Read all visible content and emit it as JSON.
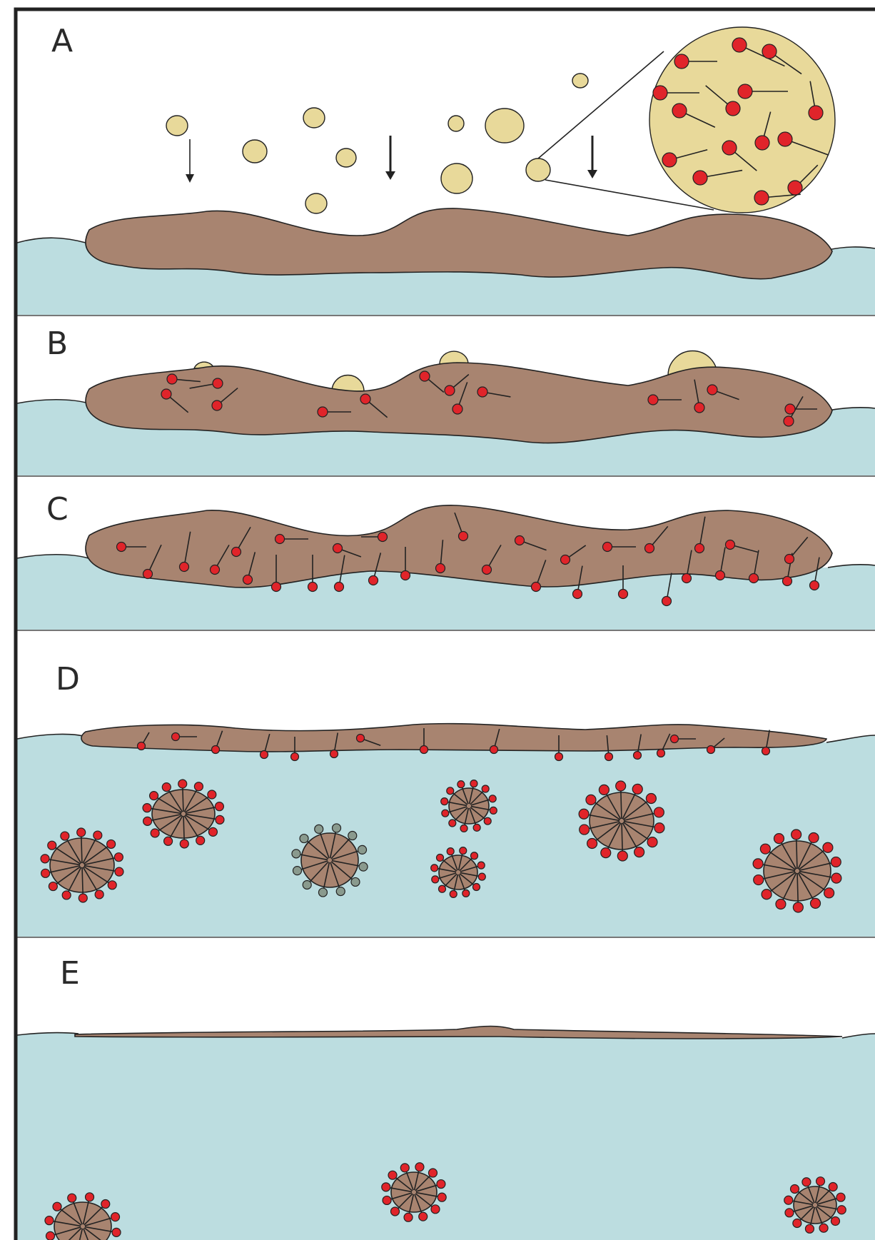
{
  "panels": [
    {
      "id": "A",
      "label": "A"
    },
    {
      "id": "B",
      "label": "B"
    },
    {
      "id": "C",
      "label": "C"
    },
    {
      "id": "D",
      "label": "D"
    },
    {
      "id": "E",
      "label": "E"
    }
  ],
  "colors": {
    "water": "#bcdde0",
    "oil": "#a88470",
    "droplet": "#e8d99a",
    "surfactant_head": "#e0242a",
    "surfactant_head_alt": "#8a9a8e",
    "line": "#222222",
    "frame": "#222222"
  },
  "icons": {
    "arrow": "down-arrow-icon",
    "magnifier": "zoom-circle-icon"
  }
}
